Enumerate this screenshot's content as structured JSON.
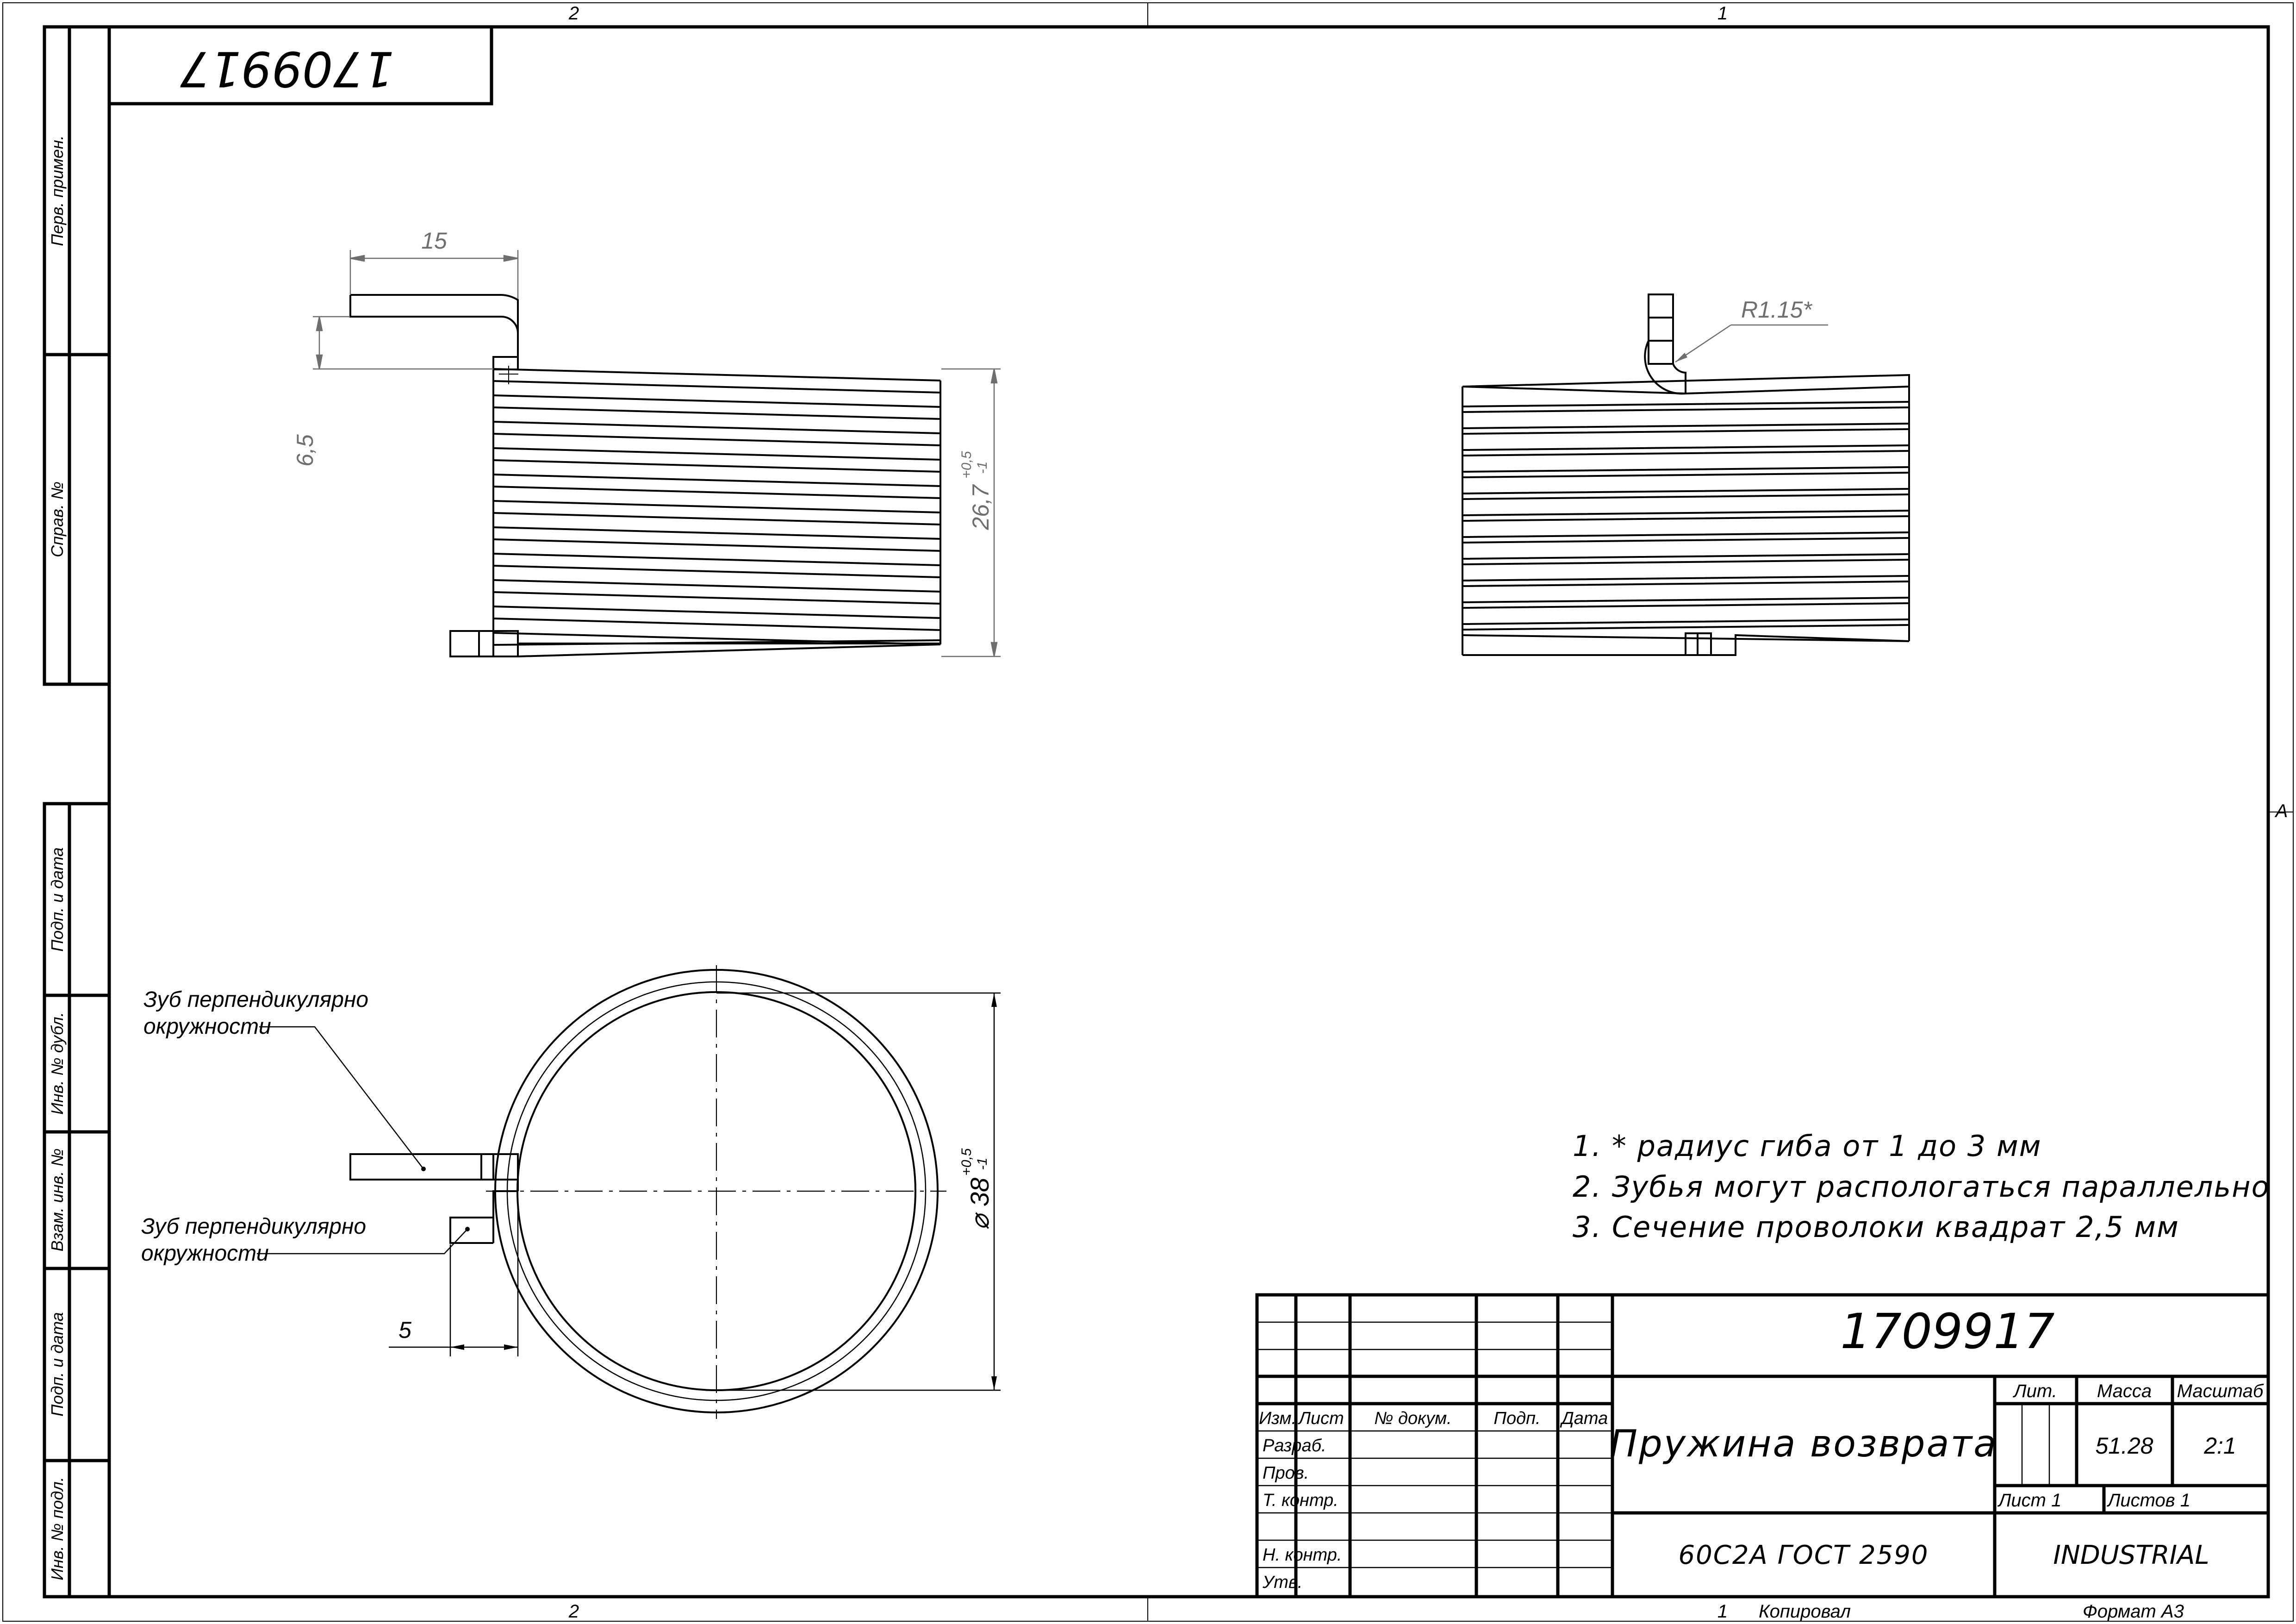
{
  "drawing_number": "1709917",
  "drawing_number_rotated": "1709917",
  "zone_labels": {
    "top_left": "2",
    "top_right": "1",
    "bottom_left": "2",
    "bottom_right": "1",
    "right": "A"
  },
  "side_columns": {
    "perv_primen": "Перв. примен.",
    "sprav_no": "Справ. №",
    "podp_data_1": "Подп. и дата",
    "inv_dubl": "Инв. № дубл.",
    "vzam_inv": "Взам. инв. №",
    "podp_data_2": "Подп. и дата",
    "inv_podl": "Инв. № подл."
  },
  "dimensions": {
    "width_15": "15",
    "height_6_5": "6,5",
    "height_26_7": "26,7",
    "tol_26_7_upper": "+0,5",
    "tol_26_7_lower": "-1",
    "radius": "R1.15*",
    "diameter": "38",
    "diameter_symbol": "⌀",
    "tol_38_upper": "+0,5",
    "tol_38_lower": "-1",
    "offset_5": "5"
  },
  "callouts": {
    "tooth_1_line1": "Зуб перпендикулярно",
    "tooth_1_line2": "окружности",
    "tooth_2_line1": "Зуб перпендикулярно",
    "tooth_2_line2": "окружности"
  },
  "notes": [
    "1. * радиус гиба от 1 до 3 мм",
    "2. Зубья могут распологаться параллельно",
    "3. Сечение проволоки квадрат 2,5 мм"
  ],
  "title_block": {
    "number": "1709917",
    "name": "Пружина возврата",
    "material": "60С2А ГОСТ 2590",
    "company": "INDUSTRIAL",
    "lit_header": "Лит.",
    "mass_header": "Масса",
    "scale_header": "Масштаб",
    "mass_value": "51.28",
    "scale_value": "2:1",
    "sheet": "Лист 1",
    "sheets": "Листов 1",
    "headers": {
      "izm": "Изм.",
      "list": "Лист",
      "doc": "№ докум.",
      "podp": "Подп.",
      "data": "Дата"
    },
    "roles": {
      "razrab": "Разраб.",
      "prov": "Пров.",
      "tkontr": "Т. контр.",
      "nkontr": "Н. контр.",
      "utv": "Утв."
    }
  },
  "footer": {
    "copy_num": "1",
    "copied": "Копировал",
    "format": "Формат А3"
  }
}
